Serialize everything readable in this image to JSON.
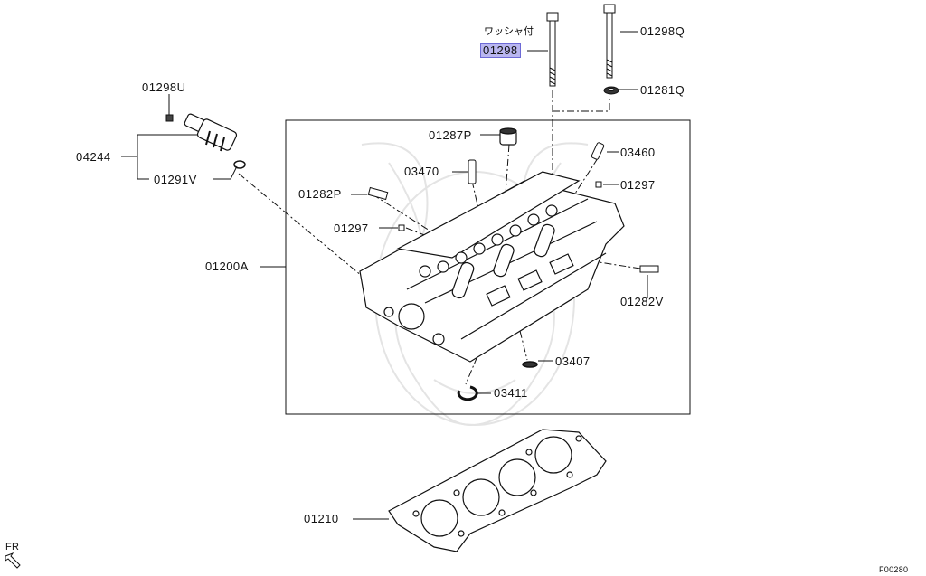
{
  "labels": {
    "washer_note": "ワッシャ付",
    "p01298": "01298",
    "p01298q": "01298Q",
    "p01281q": "01281Q",
    "p01298u": "01298U",
    "p04244": "04244",
    "p01291v": "01291V",
    "p01287p": "01287P",
    "p03460": "03460",
    "p03470": "03470",
    "p01297a": "01297",
    "p01282p": "01282P",
    "p01297b": "01297",
    "p01200a": "01200A",
    "p01282v": "01282V",
    "p03407": "03407",
    "p03411": "03411",
    "p01210": "01210",
    "fr": "FR",
    "figure_code": "F00280"
  },
  "colors": {
    "line": "#111111",
    "highlight": "#b9b6f0",
    "highlight_border": "#6d6ad6",
    "watermark": "#e6e6e6"
  }
}
